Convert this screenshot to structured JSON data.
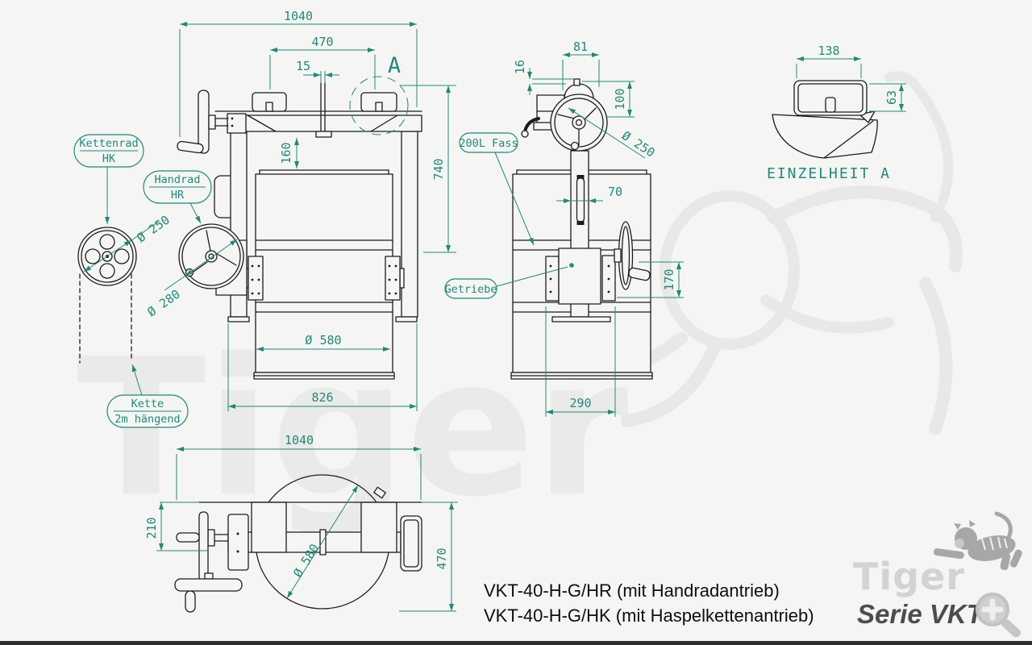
{
  "colors": {
    "background": "#f5f5f4",
    "dimension": "#1f8a78",
    "object_line": "#1c1c1c",
    "watermark": "#eaeae9",
    "logo_gray": "#d3d3d2",
    "series_gray": "#4d4d4d"
  },
  "front_view": {
    "dims": {
      "overall_width": "1040",
      "clamp_spacing": "470",
      "rod_offset": "15",
      "detail_marker": "A",
      "funnel_to_drum": "160",
      "height": "740",
      "drum_diameter": "Ø 580",
      "base_width": "826"
    },
    "callouts": {
      "kettenrad": {
        "line1": "Kettenrad",
        "line2": "HK"
      },
      "handrad": {
        "line1": "Handrad",
        "line2": "HR"
      },
      "kette": {
        "line1": "Kette",
        "line2": "2m hängend"
      },
      "chainwheel_diameter": "Ø 250",
      "handwheel_diameter": "Ø 280"
    }
  },
  "side_view": {
    "dims": {
      "top_width": "81",
      "cap_height": "16",
      "wheel_offset": "100",
      "wheel_diameter": "Ø 250",
      "column_width": "70",
      "gear_height": "170",
      "base_depth": "290"
    },
    "callouts": {
      "fass": "200L Fass",
      "getriebe": "Getriebe"
    }
  },
  "detail_view": {
    "title": "EINZELHEIT A",
    "dims": {
      "width": "138",
      "height": "63"
    }
  },
  "plan_view": {
    "dims": {
      "overall_width": "1040",
      "beam_depth": "210",
      "overall_depth": "470",
      "drum_diameter": "Ø 580"
    }
  },
  "footer": {
    "model_line1": "VKT-40-H-G/HR (mit Handradantrieb)",
    "model_line2": "VKT-40-H-G/HK (mit Haspelkettenantrieb)"
  },
  "branding": {
    "watermark": "Tiger",
    "logo": "Tiger",
    "series": "Serie VKT"
  }
}
